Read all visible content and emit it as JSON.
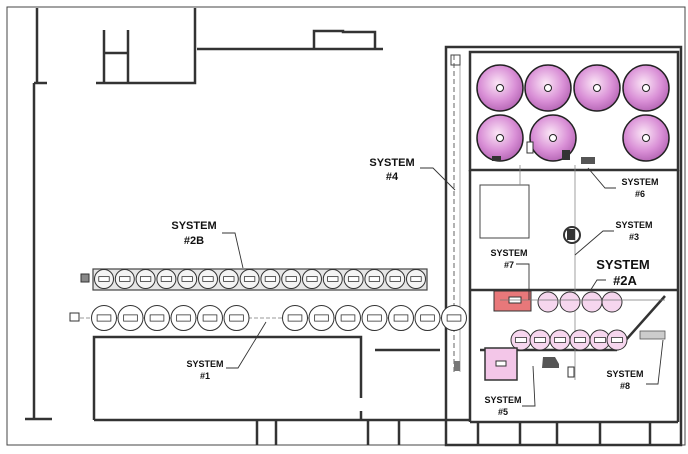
{
  "labels": {
    "system_1": {
      "line1": "SYSTEM",
      "line2": "#1"
    },
    "system_2a": {
      "line1": "SYSTEM",
      "line2": "#2A"
    },
    "system_2b": {
      "line1": "SYSTEM",
      "line2": "#2B"
    },
    "system_3": {
      "line1": "SYSTEM",
      "line2": "#3"
    },
    "system_4": {
      "line1": "SYSTEM",
      "line2": "#4"
    },
    "system_5": {
      "line1": "SYSTEM",
      "line2": "#5"
    },
    "system_6": {
      "line1": "SYSTEM",
      "line2": "#6"
    },
    "system_7": {
      "line1": "SYSTEM",
      "line2": "#7"
    },
    "system_8": {
      "line1": "SYSTEM",
      "line2": "#8"
    }
  },
  "colors": {
    "tank_pink": "#d98fd6",
    "equipment_red": "#e8787a",
    "box_pink": "#f3c6e8",
    "wall": "#333333"
  }
}
